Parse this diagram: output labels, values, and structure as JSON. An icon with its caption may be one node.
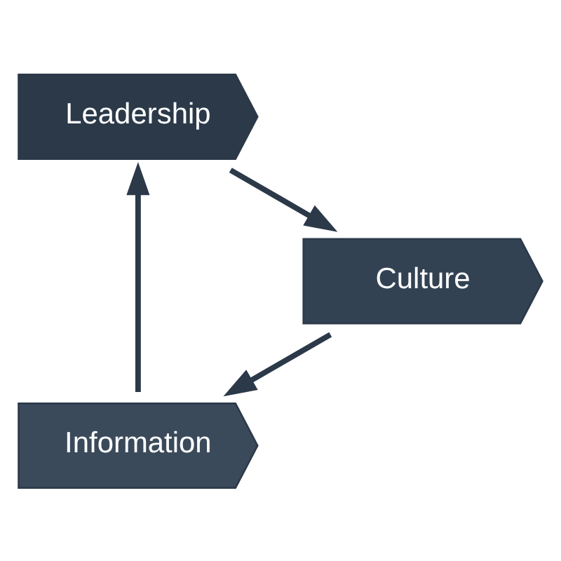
{
  "diagram": {
    "nodes": [
      {
        "text": [
          "Information"
        ]
      },
      {
        "text": [
          "Leadership"
        ]
      },
      {
        "text": [
          "Culture"
        ]
      }
    ],
    "edges": [
      {
        "from": 0,
        "to": 1,
        "arrow": "to"
      },
      {
        "from": 1,
        "to": 2,
        "arrow": "to"
      },
      {
        "from": 2,
        "to": 0,
        "arrow": "to"
      }
    ]
  }
}
